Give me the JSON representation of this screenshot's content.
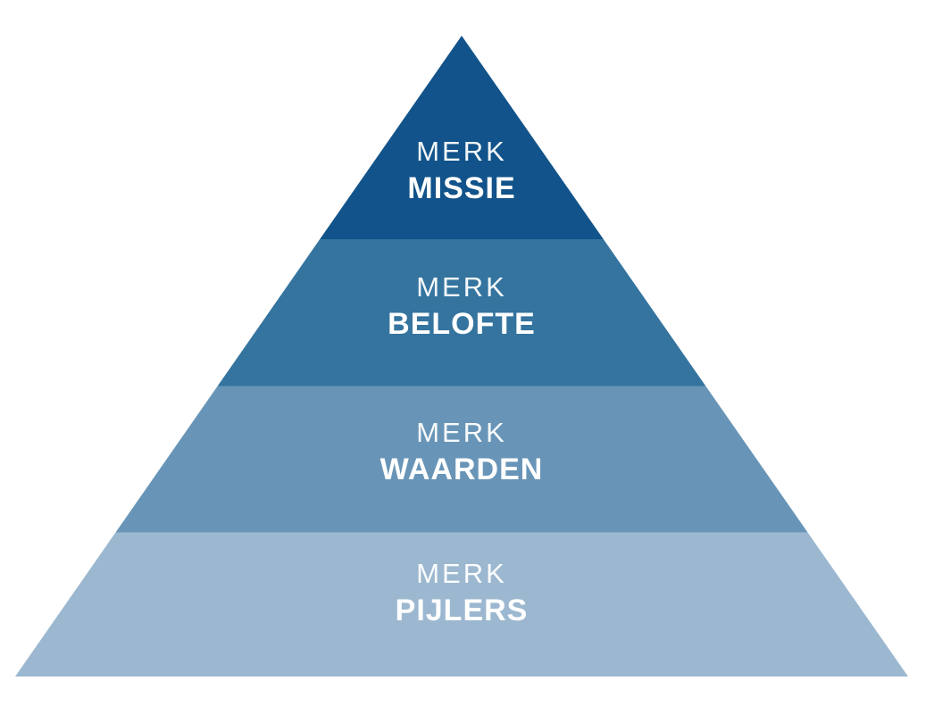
{
  "diagram": {
    "type": "pyramid",
    "levels": 4,
    "background": "#FFFFFF",
    "text_color": "#FFFFFF"
  },
  "tiers": [
    {
      "line1": "MERK",
      "line2": "MISSIE",
      "color": "#11538A"
    },
    {
      "line1": "MERK",
      "line2": "BELOFTE",
      "color": "#34749F"
    },
    {
      "line1": "MERK",
      "line2": "WAARDEN",
      "color": "#6895B7"
    },
    {
      "line1": "MERK",
      "line2": "PIJLERS",
      "color": "#9CB8D0"
    }
  ]
}
